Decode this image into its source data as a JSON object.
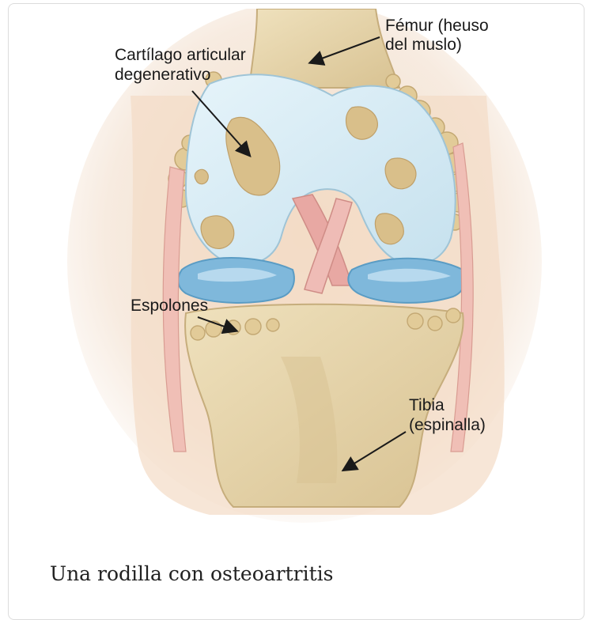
{
  "figure": {
    "labels": {
      "femur_line1": "Fémur (heuso",
      "femur_line2": "del muslo)",
      "cartilage_line1": "Cartílago articular",
      "cartilage_line2": "degenerativo",
      "spurs": "Espolones",
      "tibia_line1": "Tibia",
      "tibia_line2": "(espinalla)"
    }
  },
  "caption": "Una rodilla con osteoartritis",
  "colors": {
    "bone": "#e9d9b0",
    "bone_shadow": "#cdb889",
    "cartilage": "#d6ecf5",
    "meniscus": "#7fb8db",
    "ligament": "#e8a8a3",
    "damage": "#d9bf8a"
  }
}
